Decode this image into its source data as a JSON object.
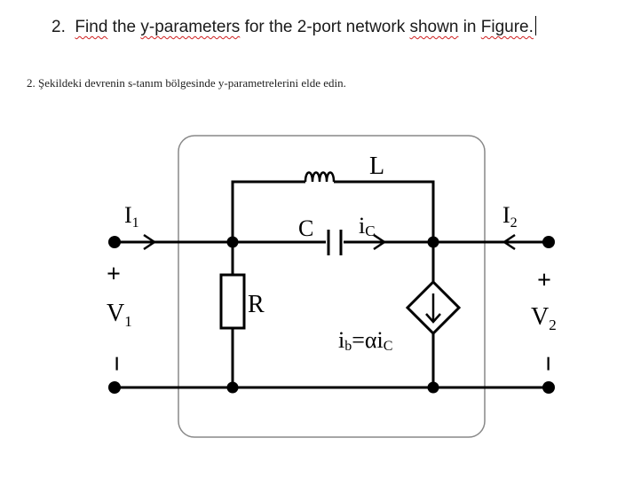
{
  "question": {
    "number": "2.",
    "segments": [
      "Find",
      "the",
      "y-parameters",
      "for",
      "the",
      "2-port",
      "network",
      "shown",
      "in",
      "Figure."
    ],
    "squiggly": [
      true,
      false,
      true,
      false,
      false,
      false,
      false,
      true,
      false,
      true
    ]
  },
  "subtitle": "2. Şekildeki devrenin s-tanım bölgesinde y-parametrelerini elde edin.",
  "circuit": {
    "I1": "I",
    "I1_sub": "1",
    "I2": "I",
    "I2_sub": "2",
    "V1": "V",
    "V1_sub": "1",
    "V2": "V",
    "V2_sub": "2",
    "plus": "+",
    "minus": "−",
    "R": "R",
    "C": "C",
    "L": "L",
    "ic": "i",
    "ic_sub": "C",
    "ib": "i",
    "ib_sub": "b",
    "ib_eq": "=αi",
    "ib_eq_sub": "C"
  }
}
